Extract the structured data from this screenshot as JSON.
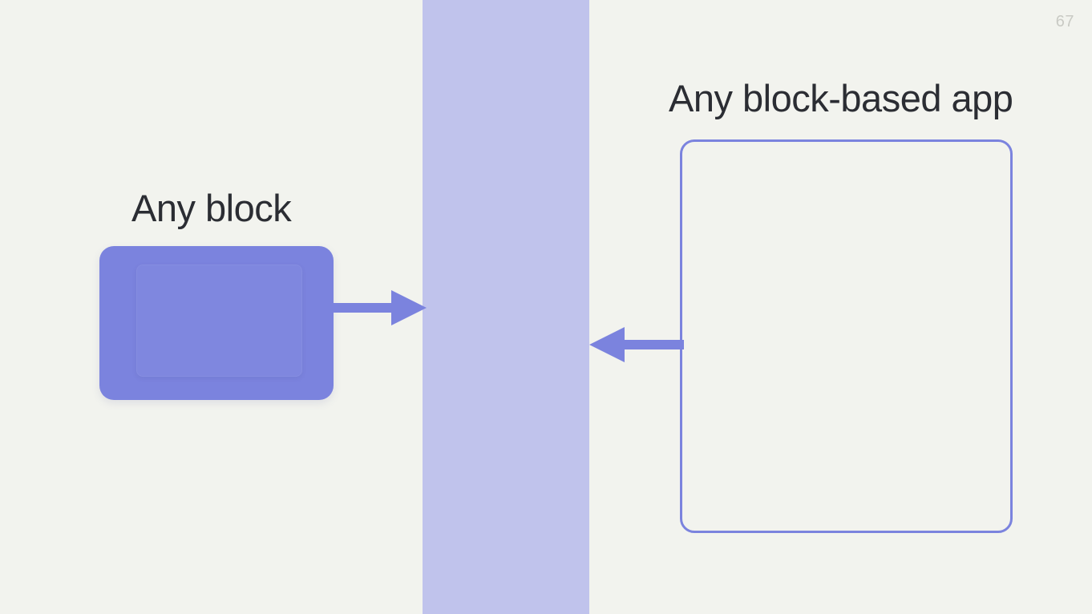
{
  "slide": {
    "page_number": "67",
    "background_color": "#f2f3ee",
    "accent_color": "#7b83de",
    "band_color": "#c0c3ec",
    "heading_color": "#2b2d33",
    "page_number_color": "#c9cac4"
  },
  "left": {
    "heading": "Any block",
    "block_label": "",
    "arrow_direction": "right"
  },
  "right": {
    "heading": "Any block-based app",
    "arrow_direction": "left"
  },
  "center": {
    "label": ""
  }
}
